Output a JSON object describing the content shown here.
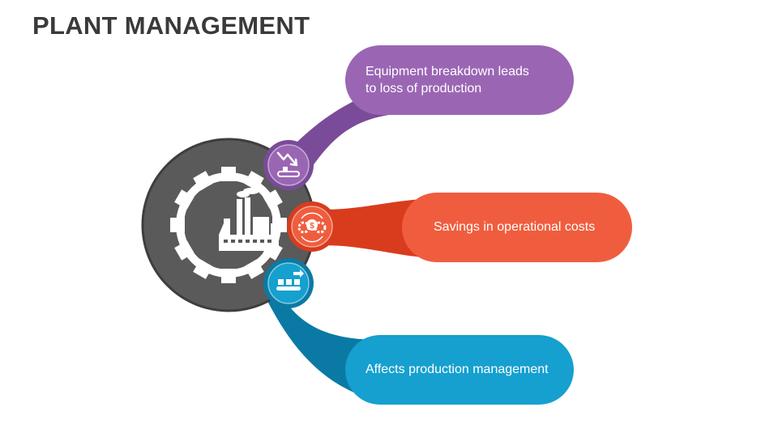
{
  "title": "PLANT MANAGEMENT",
  "center": {
    "icon": "factory-gear-icon",
    "color": "#5a5a5a"
  },
  "items": [
    {
      "text_lines": [
        "Equipment breakdown leads",
        "to loss of production"
      ],
      "icon": "conveyor-decline-icon",
      "color": "#8a5aa8",
      "light": "#9a66b4"
    },
    {
      "text_lines": [
        "Savings in operational costs"
      ],
      "icon": "gear-savings-icon",
      "color": "#e2472a",
      "light": "#f05d3e"
    },
    {
      "text_lines": [
        "Affects production management"
      ],
      "icon": "conveyor-production-icon",
      "color": "#0f8cb8",
      "light": "#15a0cf"
    }
  ]
}
